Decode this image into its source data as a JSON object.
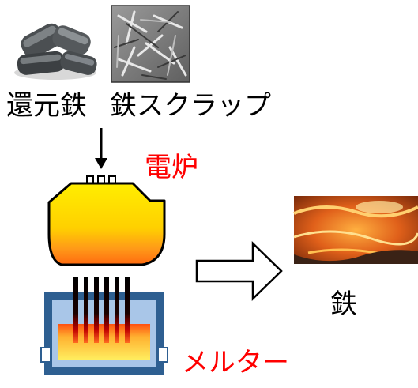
{
  "materials": {
    "reduced_iron": "還元鉄",
    "iron_scrap": "鉄スクラップ"
  },
  "furnaces": {
    "electric_furnace": "電炉",
    "melter": "メルター"
  },
  "product": {
    "label": "鉄"
  },
  "colors": {
    "furnace_label": "#ff0000",
    "text": "#000000",
    "molten_yellow": "#ffee00",
    "molten_orange": "#ff7a10",
    "melter_frame": "#2e5f91",
    "melter_inner": "#a9c6e8"
  }
}
